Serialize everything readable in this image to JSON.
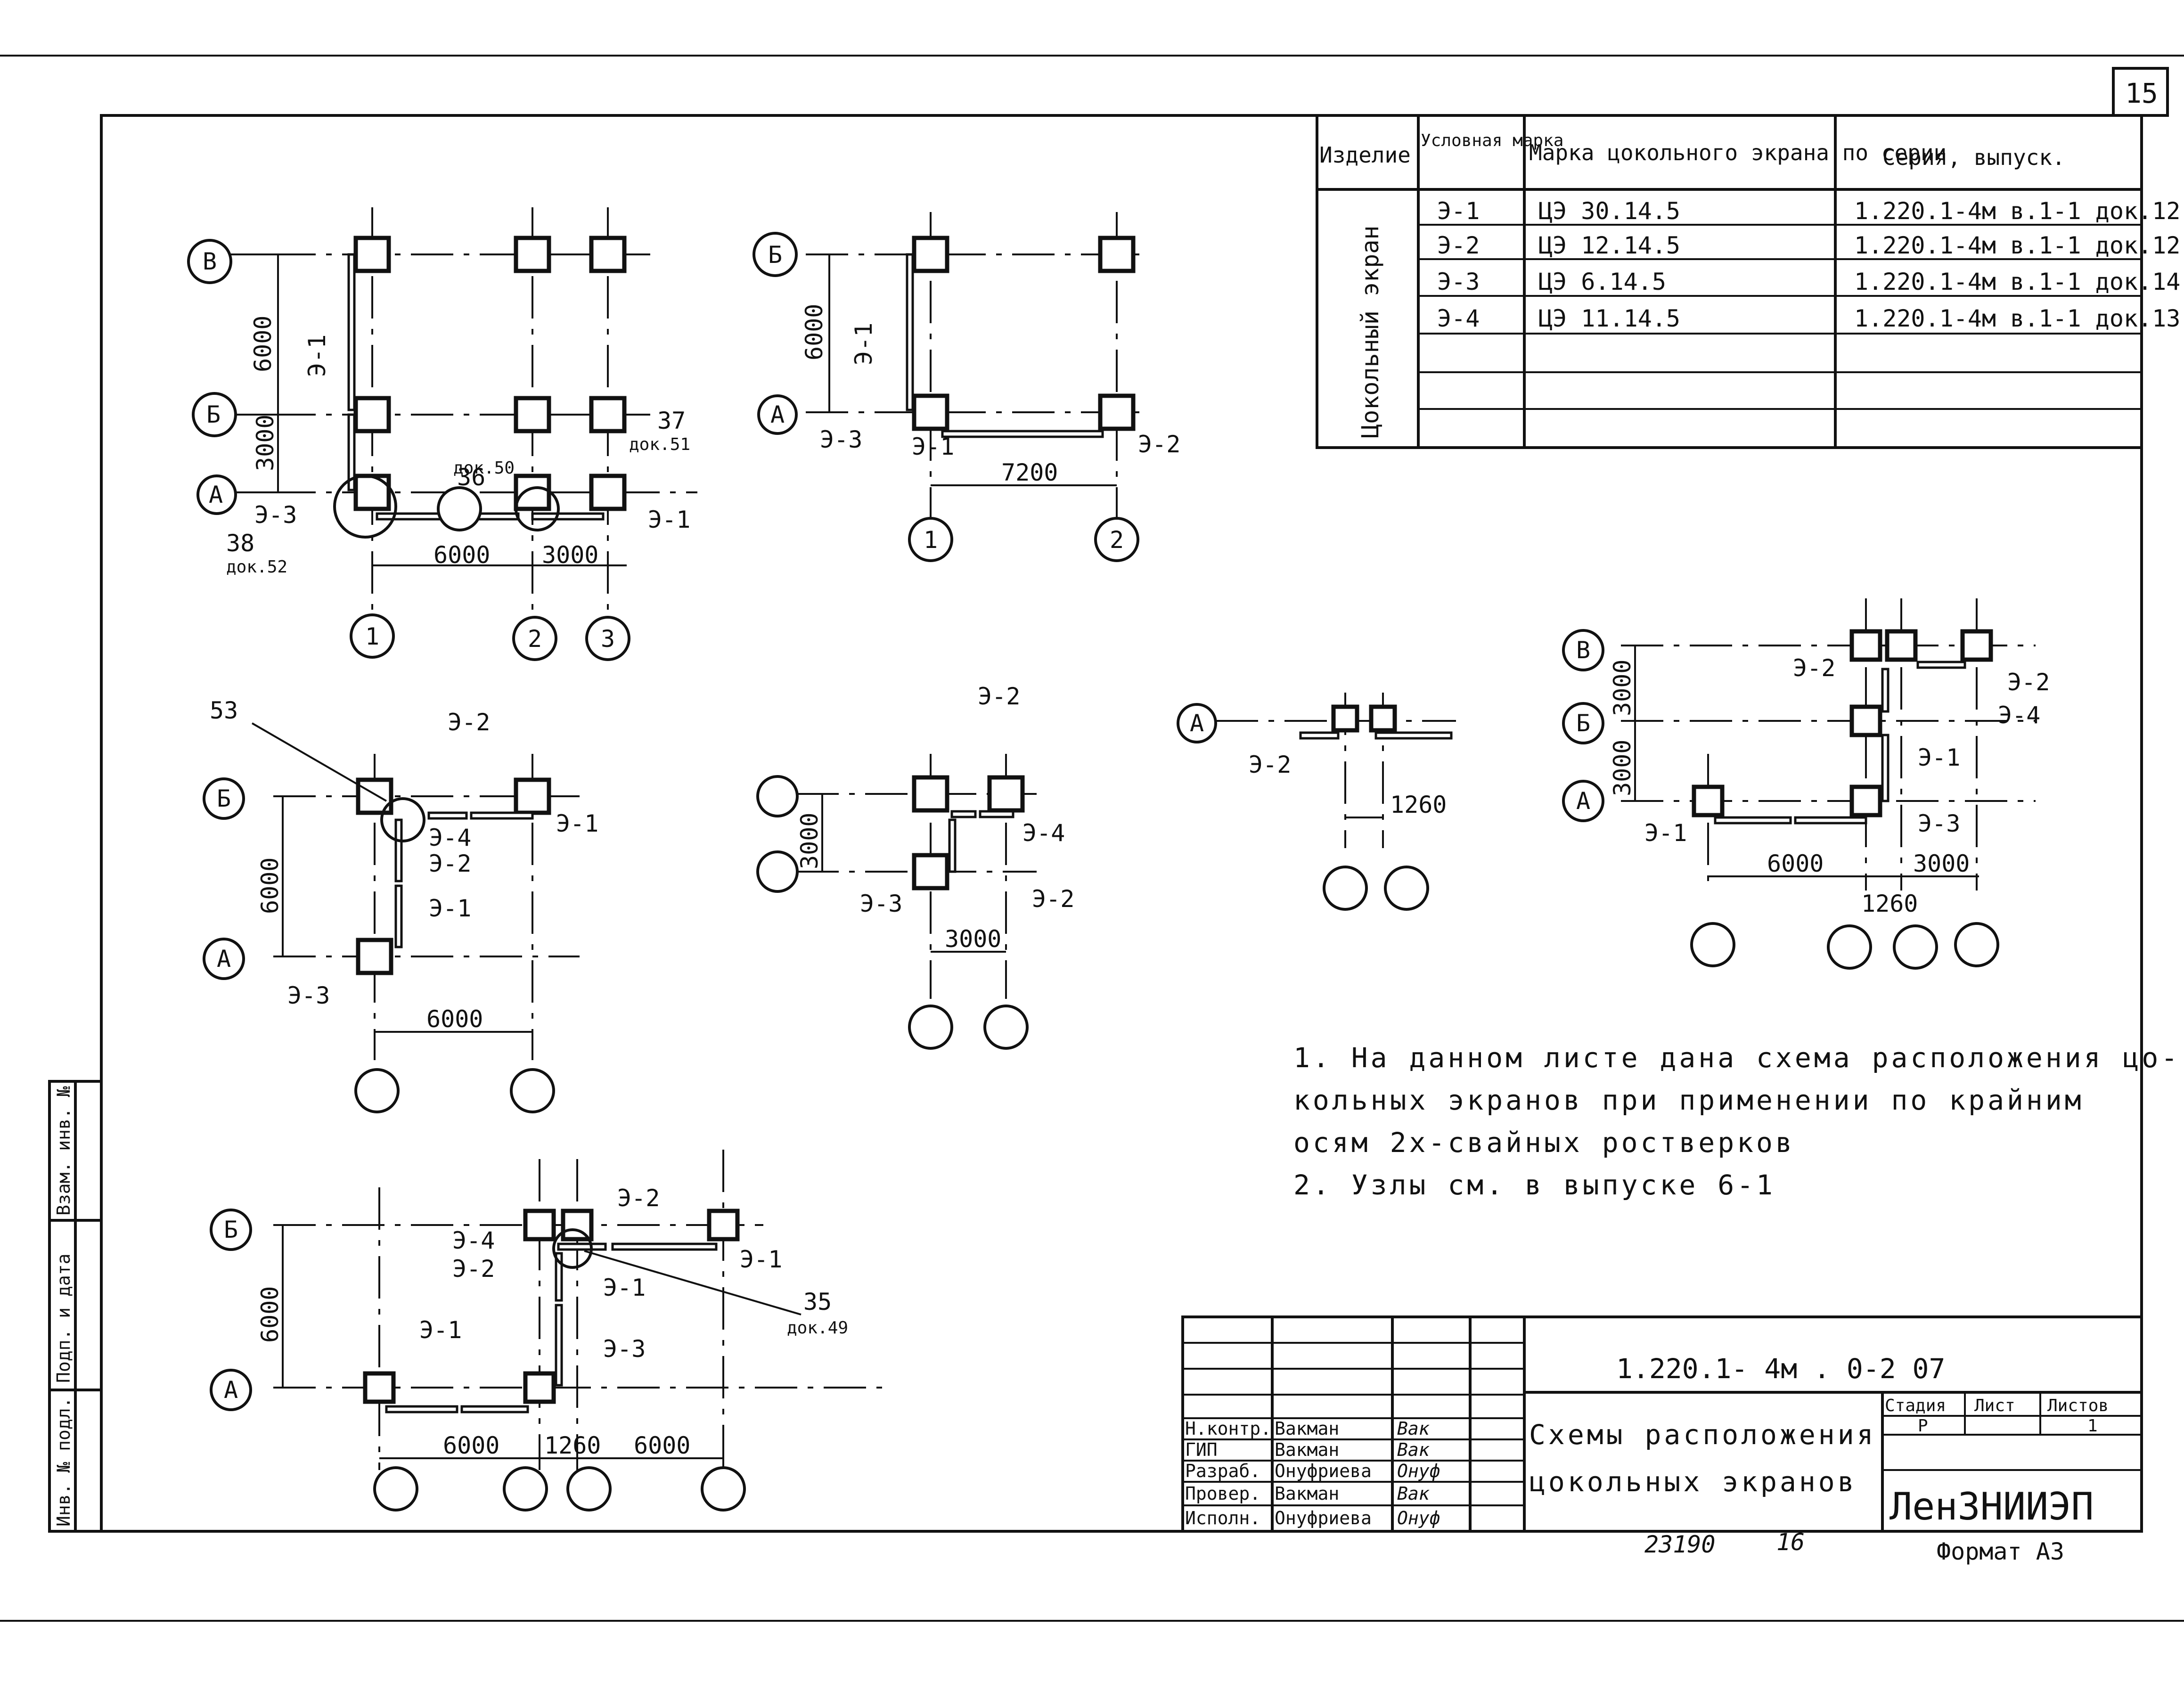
{
  "sheet": {
    "page_number": "15",
    "doc_code": "1.220.1- 4м . 0-2 07",
    "title_line1": "Схемы расположения",
    "title_line2": "цокольных экранов",
    "org": "ЛенЗНИИЭП",
    "format": "Формат А3",
    "inventory": "23190",
    "inventory_suffix": "16",
    "stage_header": "Стадия",
    "sheet_header": "Лист",
    "sheets_header": "Листов",
    "stage_value": "Р",
    "sheets_value": "1"
  },
  "side_stamp": {
    "col1": "Инв. № подл.",
    "col2": "Подп. и дата",
    "col3": "Взам. инв. №"
  },
  "signatures": [
    {
      "role": "Н.контр.",
      "name": "Вакман",
      "sign": "Вак"
    },
    {
      "role": "ГИП",
      "name": "Вакман",
      "sign": "Вак"
    },
    {
      "role": "Разраб.",
      "name": "Онуфриева",
      "sign": "Онуф"
    },
    {
      "role": "Провер.",
      "name": "Вакман",
      "sign": "Вак"
    },
    {
      "role": "Исполн.",
      "name": "Онуфриева",
      "sign": "Онуф"
    }
  ],
  "spec_table": {
    "headers": [
      "Изделие",
      "Условная марка",
      "Марка цокольного экрана по серии",
      "Серия, выпуск."
    ],
    "product": "Цокольный экран",
    "rows": [
      {
        "mark": "Э-1",
        "series_mark": "ЦЭ 30.14.5",
        "series": "1.220.1-4м в.1-1 док.12"
      },
      {
        "mark": "Э-2",
        "series_mark": "ЦЭ 12.14.5",
        "series": "1.220.1-4м в.1-1 док.12"
      },
      {
        "mark": "Э-3",
        "series_mark": "ЦЭ 6.14.5",
        "series": "1.220.1-4м в.1-1 док.14"
      },
      {
        "mark": "Э-4",
        "series_mark": "ЦЭ 11.14.5",
        "series": "1.220.1-4м в.1-1 док.13"
      }
    ]
  },
  "notes": [
    "1. На данном листе дана схема расположения цо-",
    "кольных экранов при применении по крайним",
    "осям 2х-свайных ростверков",
    "2. Узлы см. в выпуске 6-1"
  ],
  "labels": {
    "axis_A": "А",
    "axis_B": "Б",
    "axis_V": "В",
    "axis_1": "1",
    "axis_2": "2",
    "axis_3": "3",
    "e1": "Э-1",
    "e2": "Э-2",
    "e3": "Э-3",
    "e4": "Э-4",
    "d6000": "6000",
    "d3000": "3000",
    "d7200": "7200",
    "d1260": "1260",
    "n36": "36",
    "doc50": "док.50",
    "n37": "37",
    "doc51": "док.51",
    "n38": "38",
    "doc52": "док.52",
    "n53": "53",
    "n35": "35",
    "doc49": "док.49"
  }
}
